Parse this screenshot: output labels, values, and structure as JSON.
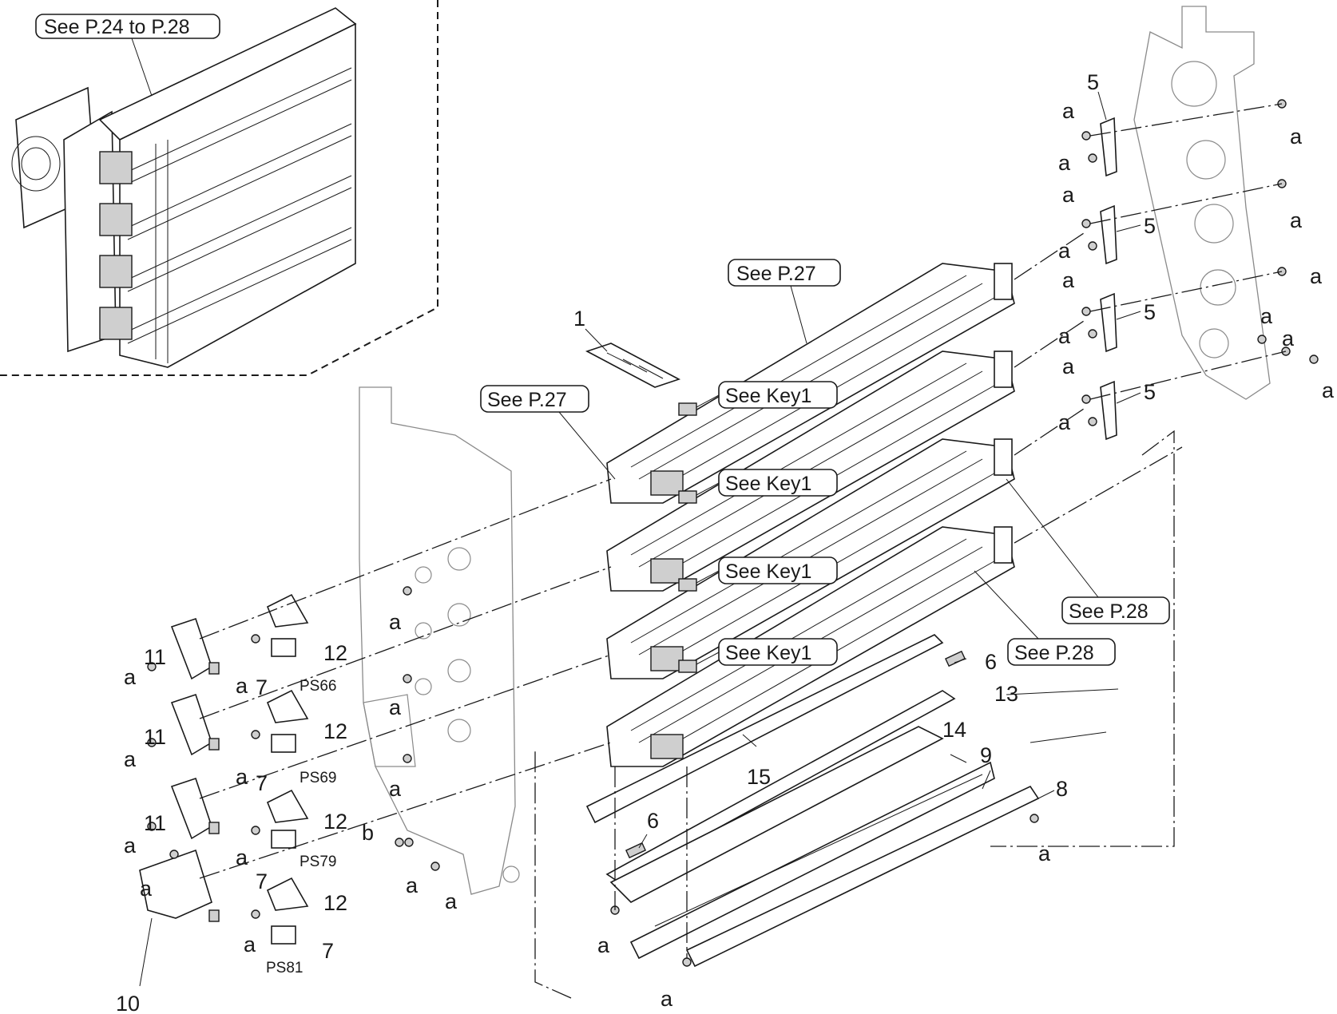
{
  "callouts": {
    "overview_ref": "See P.24 to P.28",
    "p27_top": "See P.27",
    "p27_left": "See P.27",
    "p28_right": "See P.28",
    "p28_mid": "See P.28",
    "key1_a": "See Key1",
    "key1_b": "See Key1",
    "key1_c": "See Key1",
    "key1_d": "See Key1"
  },
  "part_numbers": {
    "n1": "1",
    "n5a": "5",
    "n5b": "5",
    "n5c": "5",
    "n5d": "5",
    "n6a": "6",
    "n6b": "6",
    "n7a": "7",
    "n7b": "7",
    "n7c": "7",
    "n7d": "7",
    "n8": "8",
    "n9": "9",
    "n10": "10",
    "n11a": "11",
    "n11b": "11",
    "n11c": "11",
    "n12a": "12",
    "n12b": "12",
    "n12c": "12",
    "n12d": "12",
    "n13": "13",
    "n14": "14",
    "n15": "15"
  },
  "screw_labels": {
    "a": "a",
    "b": "b"
  },
  "sensor_labels": {
    "ps66": "PS66",
    "ps69": "PS69",
    "ps79": "PS79",
    "ps81": "PS81"
  }
}
